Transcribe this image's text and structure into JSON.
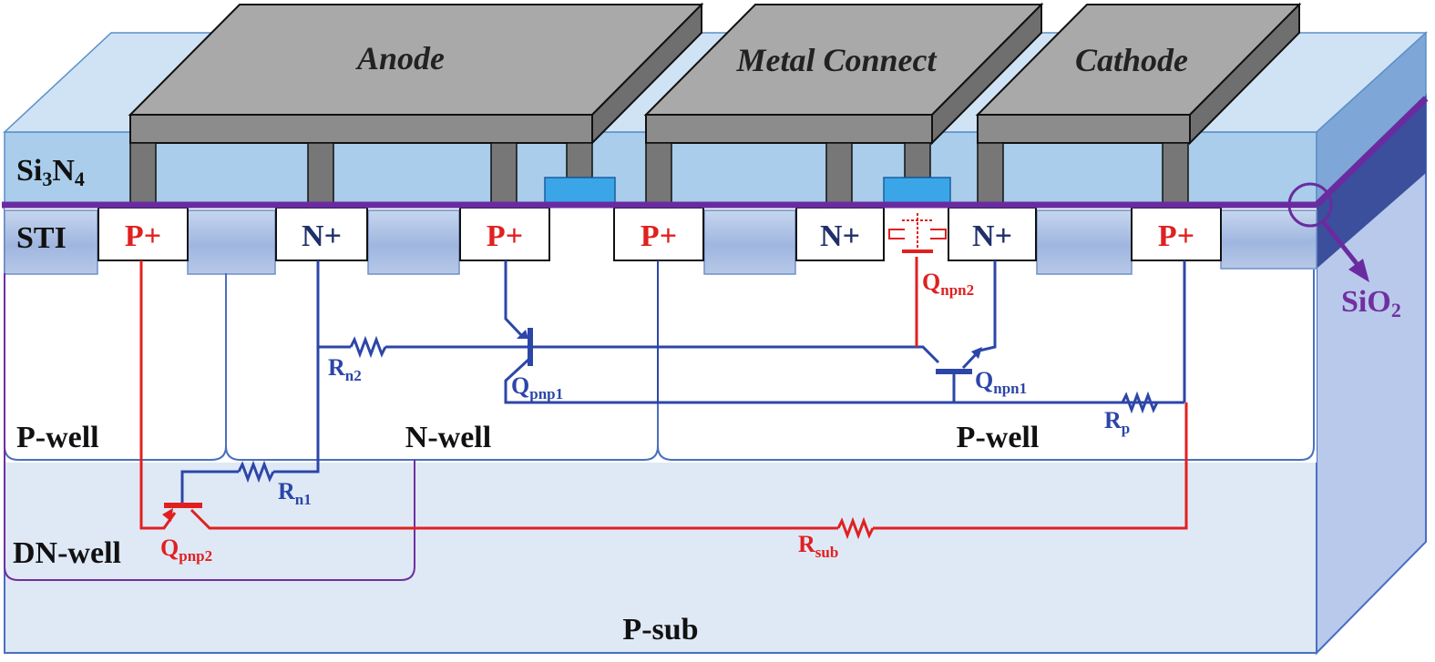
{
  "metal_pads": {
    "anode": "Anode",
    "metal_connect": "Metal Connect",
    "cathode": "Cathode"
  },
  "layers": {
    "si3n4_main": "Si",
    "si3n4_sub3": "3",
    "si3n4_n": "N",
    "si3n4_sub4": "4",
    "sti": "STI",
    "sio2_main": "SiO",
    "sio2_sub": "2",
    "psub": "P-sub"
  },
  "wells": {
    "pwell_left": "P-well",
    "nwell": "N-well",
    "pwell_right": "P-well",
    "dnwell": "DN-well"
  },
  "diffusions": [
    "P+",
    "N+",
    "P+",
    "P+",
    "N+",
    "N+",
    "P+"
  ],
  "devices": {
    "qpnp1": {
      "main": "Q",
      "sub": "pnp1"
    },
    "qnpn1": {
      "main": "Q",
      "sub": "npn1"
    },
    "qnpn2": {
      "main": "Q",
      "sub": "npn2"
    },
    "qpnp2": {
      "main": "Q",
      "sub": "pnp2"
    }
  },
  "resistors": {
    "rn2": {
      "main": "R",
      "sub": "n2"
    },
    "rn1": {
      "main": "R",
      "sub": "n1"
    },
    "rp": {
      "main": "R",
      "sub": "p"
    },
    "rsub": {
      "main": "R",
      "sub": "sub"
    }
  },
  "colors": {
    "sio2_line": "#6a2ba0",
    "p_plus_text": "#e02020",
    "n_plus_text": "#1f2f6a",
    "blue_circuit": "#2c46a8",
    "red_circuit": "#e02020",
    "metal_top": "#a9a9a9",
    "metal_front": "#8c8c8c",
    "gate_blue": "#3aa6e8"
  }
}
